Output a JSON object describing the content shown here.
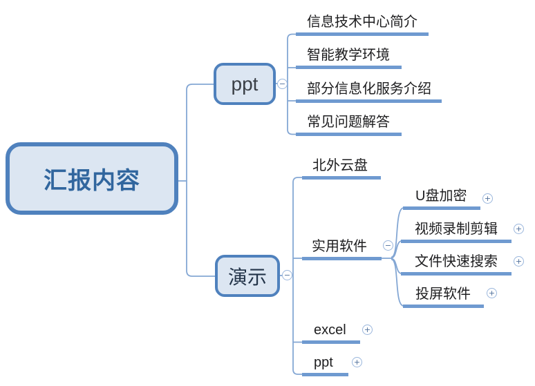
{
  "mindmap": {
    "root": {
      "label": "汇报内容"
    },
    "icons": {
      "collapse_glyph": "−",
      "expand_glyph": "+"
    },
    "colors": {
      "node_border": "#4f81bd",
      "node_fill": "#dce6f2",
      "root_text": "#31669e",
      "connector_line": "#84a7d4",
      "underline_bar": "#6f9ad0",
      "background": "#ffffff"
    },
    "ppt_branch": {
      "label": "ppt",
      "children": [
        {
          "label": "信息技术中心简介"
        },
        {
          "label": "智能教学环境"
        },
        {
          "label": "部分信息化服务介绍"
        },
        {
          "label": "常见问题解答"
        }
      ]
    },
    "demo_branch": {
      "label": "演示",
      "children": [
        {
          "label": "北外云盘"
        },
        {
          "label": "实用软件",
          "children": [
            {
              "label": "U盘加密"
            },
            {
              "label": "视频录制剪辑"
            },
            {
              "label": "文件快速搜索"
            },
            {
              "label": "投屏软件"
            }
          ]
        },
        {
          "label": "excel"
        },
        {
          "label": "ppt"
        }
      ]
    }
  }
}
